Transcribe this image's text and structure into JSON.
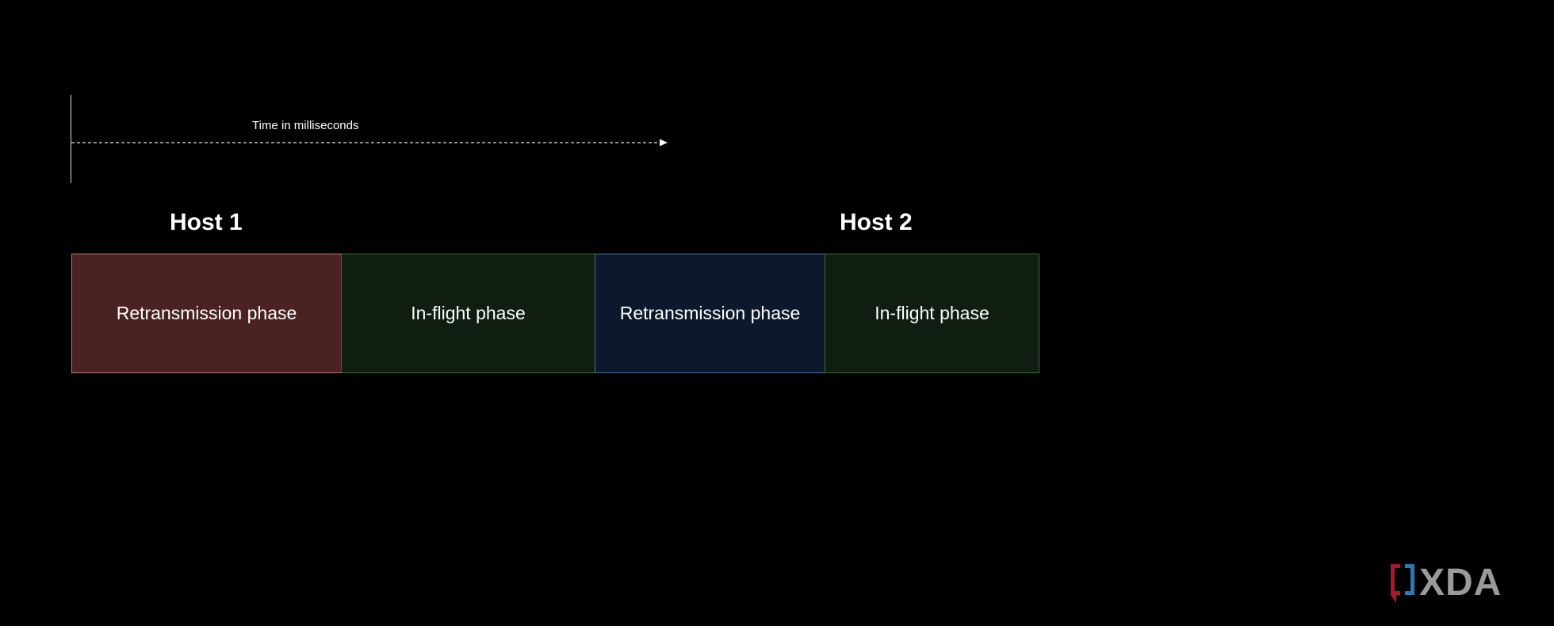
{
  "axis": {
    "label": "Time in milliseconds"
  },
  "hosts": [
    {
      "title": "Host 1"
    },
    {
      "title": "Host 2"
    }
  ],
  "phases": [
    {
      "label": "Retransmission phase",
      "fill": "#4a2221",
      "border": "#b97a74"
    },
    {
      "label": "In-flight phase",
      "fill": "#0f1e11",
      "border": "#3f6e33"
    },
    {
      "label": "Retransmission phase",
      "fill": "#0c192c",
      "border": "#4f6f9e"
    },
    {
      "label": "In-flight phase",
      "fill": "#0f1e11",
      "border": "#3f6e33"
    }
  ],
  "logo": {
    "text": "XDA",
    "accent_red": "#a8182d",
    "accent_blue": "#2a7ab8",
    "text_color": "#9a9a9a"
  }
}
